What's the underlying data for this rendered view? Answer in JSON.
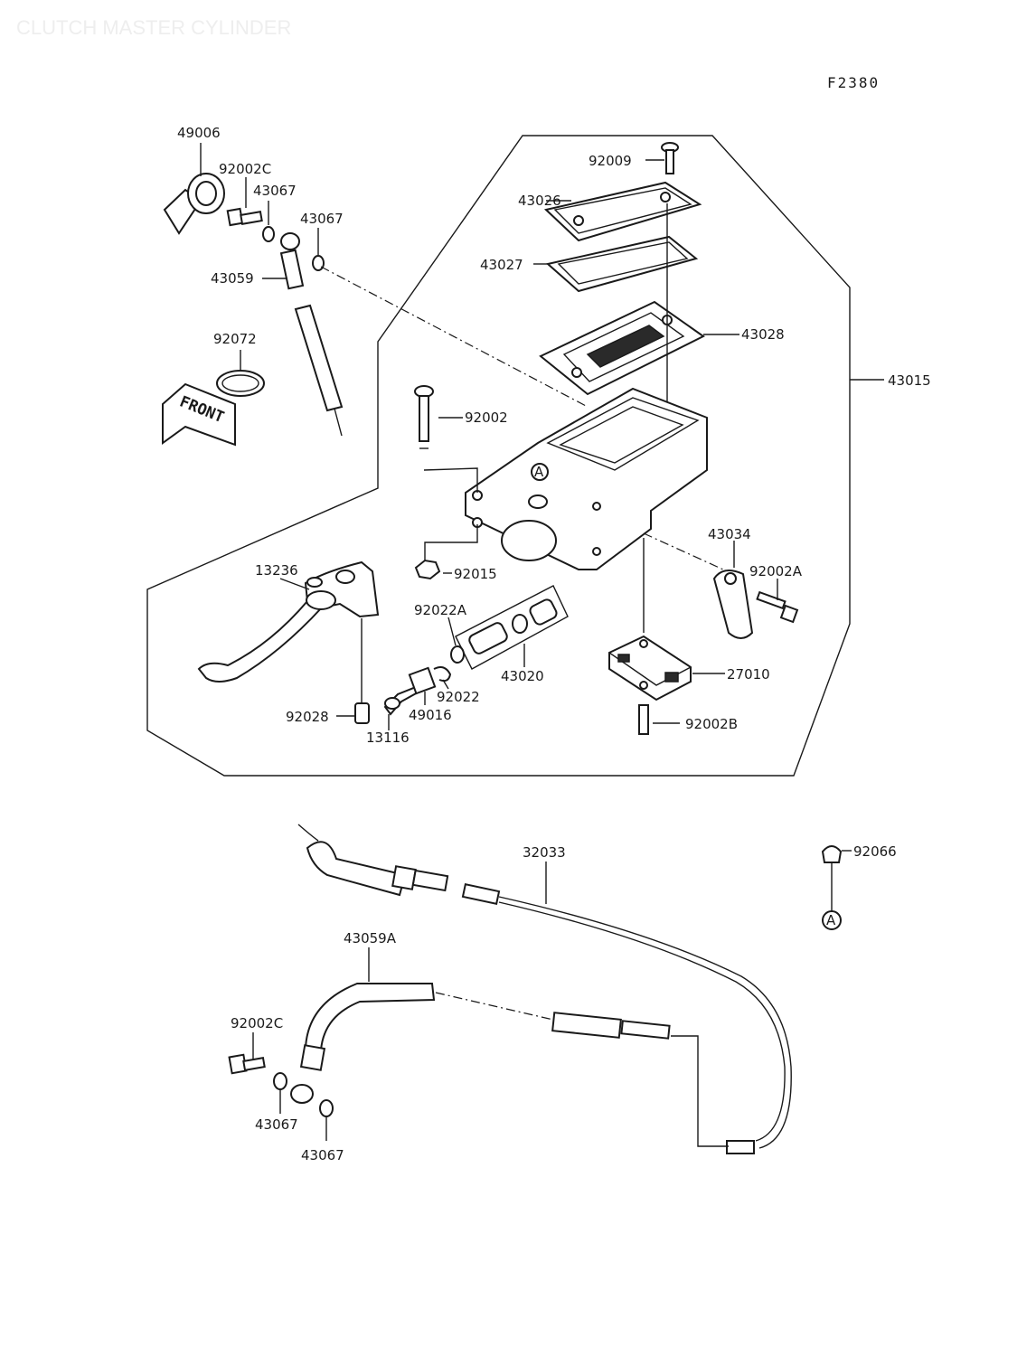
{
  "watermark_title": "CLUTCH MASTER CYLINDER",
  "figure_code": "F2380",
  "front_arrow_text": "FRONT",
  "reference_marker": "A",
  "part_labels": {
    "p49006": "49006",
    "p92002C_top": "92002C",
    "p43067_a": "43067",
    "p43067_b": "43067",
    "p43059": "43059",
    "p92072": "92072",
    "p92009": "92009",
    "p43026": "43026",
    "p43027": "43027",
    "p43028": "43028",
    "p43015": "43015",
    "p92002": "92002",
    "p92015": "92015",
    "p43034": "43034",
    "p92002A": "92002A",
    "p13236": "13236",
    "p92022A": "92022A",
    "p43020": "43020",
    "p27010": "27010",
    "p92022": "92022",
    "p49016": "49016",
    "p92028": "92028",
    "p13116": "13116",
    "p92002B": "92002B",
    "p32033": "32033",
    "p92066": "92066",
    "p43059A": "43059A",
    "p92002C_bottom": "92002C",
    "p43067_c": "43067",
    "p43067_d": "43067"
  }
}
